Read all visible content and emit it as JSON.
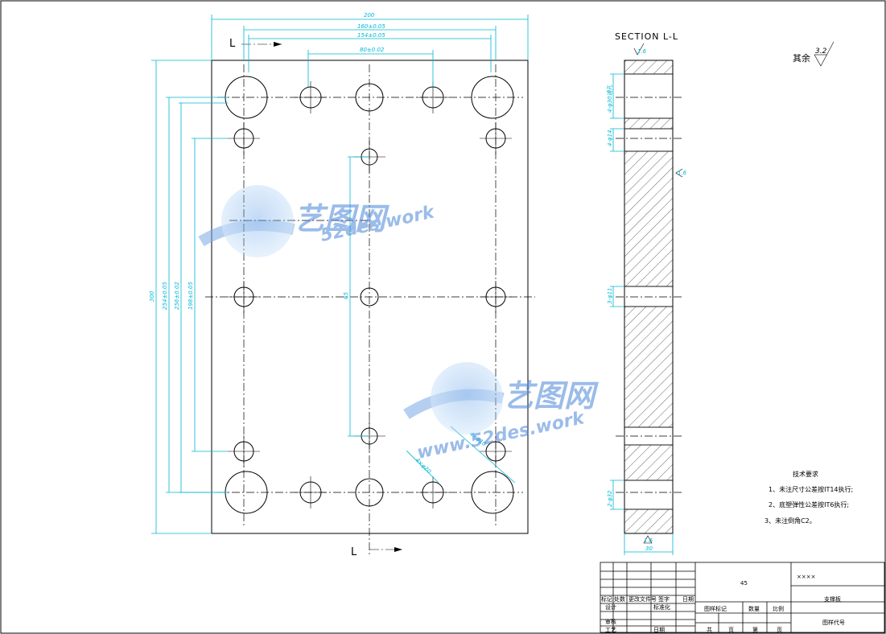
{
  "plan_view": {
    "section_marks": [
      "L",
      "L"
    ],
    "dimensions": {
      "overall_width": "200",
      "hole_span_outer": "160±0.05",
      "hole_span_mid": "154±0.05",
      "hole_span_inner": "80±0.02",
      "overall_height": "300",
      "h_dim_1": "254±0.05",
      "h_dim_2": "256±0.02",
      "h_dim_3": "198±0.05",
      "center_dim": "65",
      "hole_note_1": "4×φ10",
      "hole_note_2": "4×φ20"
    }
  },
  "section_view": {
    "title": "SECTION L-L",
    "surface_top": "1.6",
    "surface_side": "1.6",
    "surface_bottom": "1.6",
    "dims": [
      "4-φ30通孔",
      "4-φ14",
      "3-φ11",
      "2-φ32"
    ],
    "thickness": "30"
  },
  "roughness_note": {
    "label": "其余",
    "value": "3.2"
  },
  "tech_requirements": {
    "title": "技术要求",
    "items": [
      "1、未注尺寸公差按IT14执行;",
      "2、底塑弹性公差按IT6执行;",
      "3、未注倒角C2。"
    ]
  },
  "watermark": {
    "brand": "艺图网",
    "url_top": "52des.work",
    "url_bottom": "www.52des.work"
  },
  "title_block": {
    "material": "45",
    "drawing_no": "××××",
    "part_name": "支撑板",
    "drawing_code": "图样代号",
    "headers": [
      "标记",
      "处数",
      "更改文件号",
      "签字",
      "日期"
    ],
    "design": "设计",
    "standardize": "标准化",
    "review": "审核",
    "process": "工艺",
    "date": "日期",
    "stage_mark": "图样标记",
    "weight": "数量",
    "scale": "比例",
    "sheets": "共",
    "page": "页",
    "sheet_no": "第",
    "page2": "页"
  }
}
